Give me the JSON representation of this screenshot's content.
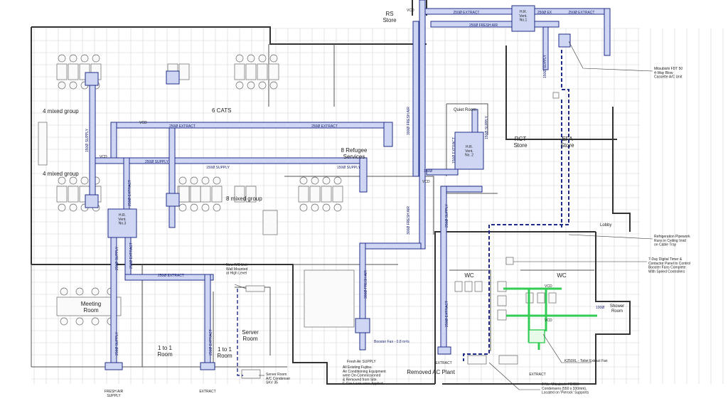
{
  "rooms": {
    "rs_store": "RS\nStore",
    "mixed_group_1": "4 mixed group",
    "mixed_group_2": "4 mixed group",
    "cats": "6 CATS",
    "refugee": "8 Refugee\nServices",
    "mixed_group_8": "8 mixed group",
    "quiet_room": "Quiet Room",
    "rct_store": "RCT\nStore",
    "efa_store": "EFA\nStore",
    "lobby": "Lobby",
    "meeting_room": "Meeting\nRoom",
    "one_to_one_1": "1 to 1\nRoom",
    "one_to_one_2": "1 to 1\nRoom",
    "server_room": "Server\nRoom",
    "wc_1": "WC",
    "wc_2": "WC",
    "shower_room": "Shower\nRoom",
    "removed_ac_plant": "Removed AC Plant"
  },
  "units": {
    "hr_vent_1": "H.R.\nVent.\nNo.1",
    "hr_vent_2": "H.R.\nVent.\nNo. 2",
    "hr_vent_3": "H.R.\nVent.\nNo.3"
  },
  "ducts": {
    "top_extract": "250Ø EXTRACT",
    "top_fresh_air": "250Ø FRESH AIR",
    "top_ex": "250Ø EX",
    "top_extract_right": "250Ø EXTRACT",
    "supply_150_a": "150Ø SUPPLY",
    "extract_250_mid": "250Ø EXTRACT",
    "extract_250_mid2": "250Ø EXTRACT",
    "supply_150_b": "150Ø SUPPLY",
    "supply_150_c": "150Ø SUPPLY",
    "supply_250": "250Ø SUPPLY",
    "ext_250_left": "250Ø EXTRACT",
    "supply_250_left": "250Ø SUPPLY",
    "extract_250_low": "250Ø EXTRACT",
    "supply_250_vertical": "250Ø SUPPLY",
    "extract_250_vertical": "250Ø EXTRACT",
    "fresh_air_300_a": "300Ø FRESH AIR",
    "fresh_air_300_b": "300Ø FRESH AIR",
    "fresh_air_300_c": "300Ø FRESH AIR",
    "supply_150_right": "150Ø SUPPLY",
    "extract_150_right": "150Ø EXTRACT",
    "supply_150_rct": "150Ø SUPPLY",
    "supply_150_vert": "150Ø SUPPLY",
    "extract_250_right": "250Ø EXTRACT",
    "extract_250_down": "250Ø EXTRACT",
    "supply_250_down": "250Ø SUPPLY",
    "extract_250_server": "250Ø EXTRACT",
    "vcd": "VCD",
    "d150": "150Ø",
    "d100": "100Ø"
  },
  "annotations": {
    "mitsubishi_fdt": "Mitsubishi FDT 50\n4-Way Blow\nCassette A/C Unit",
    "refrigeration": "Refrigeration Pipework\nRuns in Ceiling Void\non Cable Tray",
    "timer": "7-Day Digital Timer &\nContactor Panel to Control\nBooster Fans Complete\nWith Speed Controllers",
    "new_ac_unit": "New A/C Unit\nWall Mounted\nat High Level",
    "booster_fan": "Booster Fan - 0.8 m³/s",
    "fresh_air_supply_small": "Fresh Air SUPPLY",
    "fujitsu_note": "All Existing Fujitsu\nAir Conditioning Equipment\nwere De-Commissioned\n& Removed from Site.\nF Gas Laws were Applied.",
    "server_condenser": "Server Room\nA/C Condenser\nSKV 35",
    "k250": "K250XL - Toilet Extract Fan",
    "mitsubishi_fdc": "2 No. Mitsubishi FDC50\nCondensers (550 x 330mm),\nLocated on 'Pierock' Supports",
    "fresh_air_supply_bottom": "FRESH AIR\nSUPPLY",
    "extract_bottom_left": "EXTRACT",
    "extract_bottom_mid": "EXTRACT",
    "extract_bottom_right": "EXTRACT"
  },
  "colors": {
    "duct": "#1f2d8a",
    "duct_fill": "#cfd6f3",
    "toilet_extract": "#33cc55",
    "wall": "#333333",
    "grid": "#d2d2d2"
  }
}
